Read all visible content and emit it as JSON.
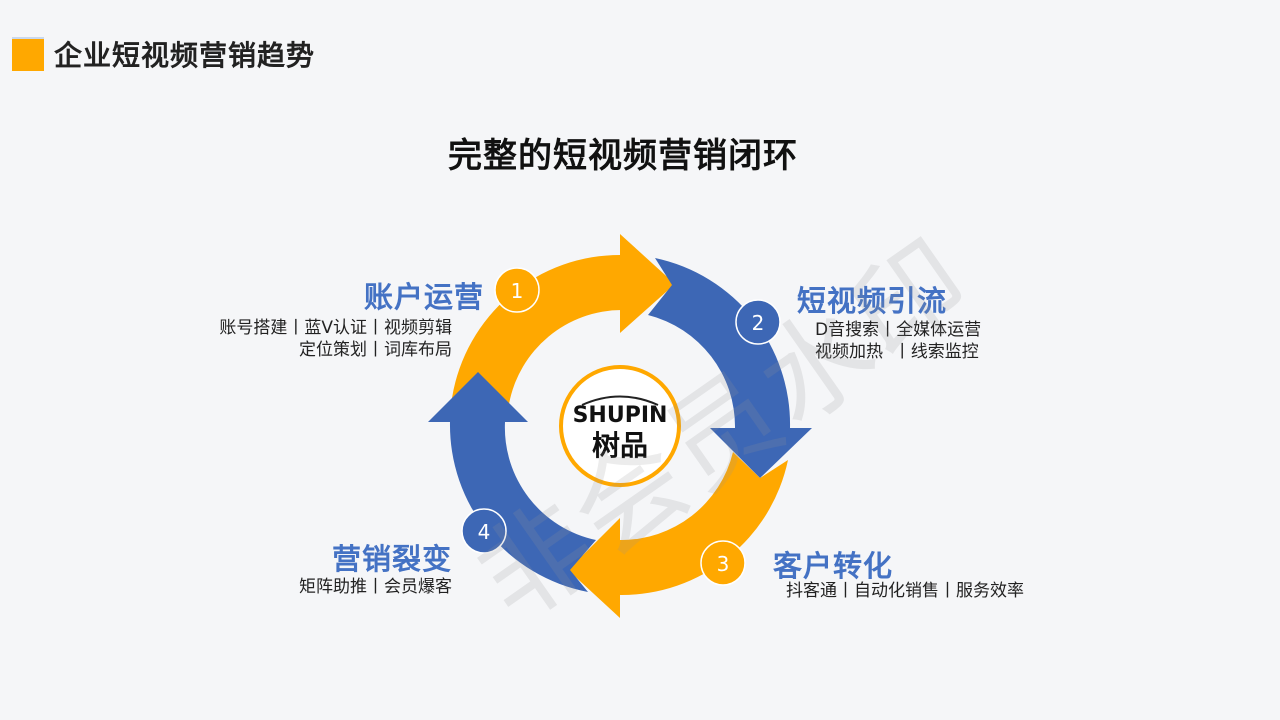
{
  "header": {
    "page_title": "企业短视频营销趋势",
    "accent_color": "#ffa800"
  },
  "main": {
    "title": "完整的短视频营销闭环"
  },
  "center_logo": {
    "brand_en": "SHUPIN",
    "brand_cn": "树品"
  },
  "colors": {
    "orange": "#ffa800",
    "blue": "#3d67b5",
    "stage_title": "#4472c4"
  },
  "stages": [
    {
      "number": "1",
      "title": "账户运营",
      "lines": [
        "账号搭建丨蓝V认证丨视频剪辑",
        "定位策划丨词库布局"
      ],
      "color": "orange"
    },
    {
      "number": "2",
      "title": "短视频引流",
      "lines": [
        "D音搜索丨全媒体运营",
        "视频加热  丨线索监控"
      ],
      "color": "blue"
    },
    {
      "number": "3",
      "title": "客户转化",
      "lines": [
        "抖客通丨自动化销售丨服务效率"
      ],
      "color": "orange"
    },
    {
      "number": "4",
      "title": "营销裂变",
      "lines": [
        "矩阵助推丨会员爆客"
      ],
      "color": "blue"
    }
  ],
  "watermark": "非会员水印"
}
